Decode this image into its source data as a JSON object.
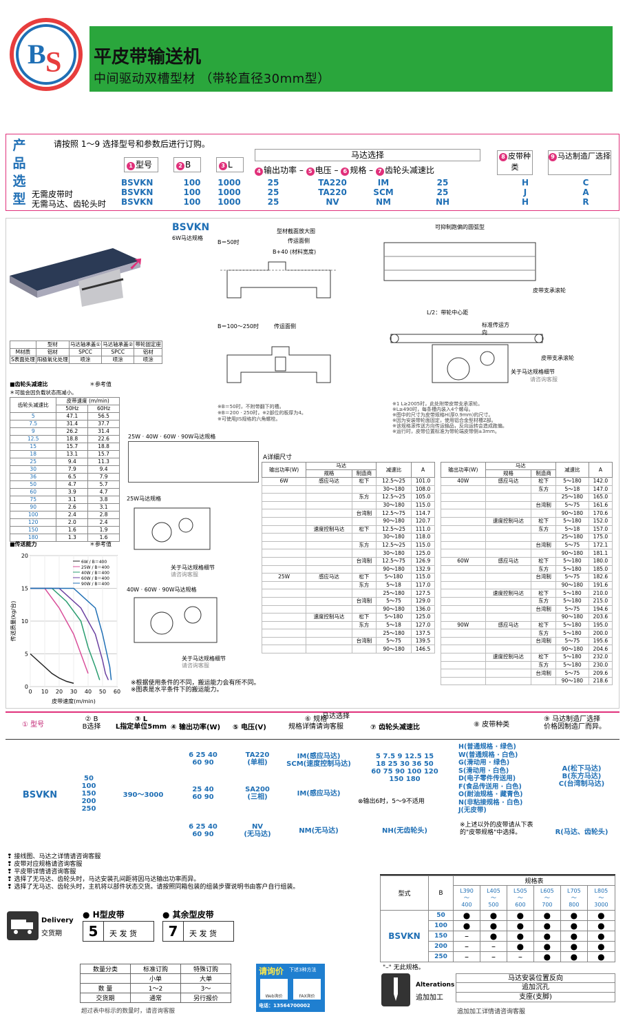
{
  "header": {
    "title": "平皮带输送机",
    "subtitle": "中间驱动双槽型材  （带轮直径30mm型）"
  },
  "order": {
    "side_label": "产品选型",
    "intro": "请按照 1～9 选择型号和参数后进行订购。",
    "motor_select": "马达选择",
    "h1": "型号",
    "h2": "B",
    "h3": "L",
    "h4": "输出功率",
    "h5": "电压",
    "h6": "规格",
    "h7": "齿轮头减速比",
    "h8": "皮带种类",
    "h9": "马达制造厂选择",
    "rows": [
      [
        "BSVKN",
        "100",
        "1000",
        "25",
        "TA220",
        "IM",
        "25",
        "H",
        "C"
      ],
      [
        "BSVKN",
        "100",
        "1000",
        "25",
        "TA220",
        "SCM",
        "25",
        "J",
        "A"
      ],
      [
        "BSVKN",
        "100",
        "1000",
        "25",
        "NV",
        "NM",
        "NH",
        "H",
        "R"
      ]
    ],
    "row_labels": [
      "无需皮带时",
      "无需马达、齿轮头时"
    ]
  },
  "drawing": {
    "model": "BSVKN",
    "spec6w": "6W马达规格",
    "b50": "B＝50时",
    "b100": "B＝100～250时",
    "section": "型材截面放大图",
    "conv_side": "传运面侧",
    "belt_width": "B+40 (材料宽度)",
    "arc": "可抑制跑偏的圆弧型",
    "support_roller": "皮带支承滚轮",
    "center": "L/2：带轮中心距",
    "dir": "标准传运方向",
    "motor_detail": "关于马达规格细节",
    "ask": "请咨询客服",
    "m25": "25W · 40W · 60W · 90W马达规格",
    "m25w": "25W马达规格",
    "m40": "40W · 60W · 90W马达规格"
  },
  "notes_mid": [
    "※B＝50时，不附带翻下的槽。",
    "※B＝200 · 250时，※2部位的板厚为4。",
    "※可使用JIS规格的六角螺栓。"
  ],
  "notes_right": [
    "※1 L≥2005时，此处附带皮带支承滚轮。",
    "※L≥490时，每条槽内装入4个螺母。",
    "※图中的尺寸为皮带规格H(厚0.9mm)的尺寸。",
    "※因为安装带轮面固定，使用铝合金型材槽Z部。",
    "※该规格滚传送方向传运输品，反向运转会造成跑偏。",
    "※运行时，皮带位置标准为带轮端皮带侧±3mm。"
  ],
  "material": {
    "headers": [
      "",
      "型材",
      "马达轴承盖①",
      "马达轴承盖②",
      "带轮固定座"
    ],
    "rows": [
      [
        "M材质",
        "铝材",
        "SPCC",
        "SPCC",
        "铝材"
      ],
      [
        "S表面处理",
        "阳极氧化处理",
        "喷涂",
        "喷涂",
        "喷涂"
      ]
    ]
  },
  "gear": {
    "title": "■齿轮头减速比",
    "ref": "＊参考值",
    "note": "＊可能会因负载状态而减小。",
    "headers": [
      "齿轮头减速比",
      "50Hz",
      "60Hz"
    ],
    "speed_hdr": "皮带速度 (m/min)",
    "rows": [
      [
        "5",
        "47.1",
        "56.5"
      ],
      [
        "7.5",
        "31.4",
        "37.7"
      ],
      [
        "9",
        "26.2",
        "31.4"
      ],
      [
        "12.5",
        "18.8",
        "22.6"
      ],
      [
        "15",
        "15.7",
        "18.8"
      ],
      [
        "18",
        "13.1",
        "15.7"
      ],
      [
        "25",
        "9.4",
        "11.3"
      ],
      [
        "30",
        "7.9",
        "9.4"
      ],
      [
        "36",
        "6.5",
        "7.9"
      ],
      [
        "50",
        "4.7",
        "5.7"
      ],
      [
        "60",
        "3.9",
        "4.7"
      ],
      [
        "75",
        "3.1",
        "3.8"
      ],
      [
        "90",
        "2.6",
        "3.1"
      ],
      [
        "100",
        "2.4",
        "2.8"
      ],
      [
        "120",
        "2.0",
        "2.4"
      ],
      [
        "150",
        "1.6",
        "1.9"
      ],
      [
        "180",
        "1.3",
        "1.6"
      ]
    ]
  },
  "chart_data": {
    "type": "line",
    "title": "■传送能力",
    "ref": "＊参考值",
    "xlabel": "皮带速度(m/min)",
    "ylabel": "传送质量(kg/台)",
    "xlim": [
      0,
      60
    ],
    "ylim": [
      0,
      20
    ],
    "xticks": [
      "0",
      "10",
      "20",
      "30",
      "40",
      "50",
      "60"
    ],
    "yticks": [
      "0",
      "5",
      "10",
      "15",
      "20"
    ],
    "series": [
      {
        "name": "6W / B＝400",
        "color": "#222222",
        "x": [
          0,
          5,
          10,
          15,
          20,
          25,
          30
        ],
        "y": [
          5,
          4,
          3,
          2,
          1.3,
          0.8,
          0.5
        ]
      },
      {
        "name": "25W / B＝400",
        "color": "#d94f9a",
        "x": [
          0,
          10,
          20,
          30,
          35,
          40
        ],
        "y": [
          15,
          15,
          12,
          8,
          5,
          2
        ]
      },
      {
        "name": "40W / B＝400",
        "color": "#2a9d70",
        "x": [
          0,
          15,
          25,
          35,
          40,
          45,
          48
        ],
        "y": [
          15,
          15,
          13,
          10,
          6,
          3,
          1
        ]
      },
      {
        "name": "60W / B＝400",
        "color": "#6a3fa0",
        "x": [
          0,
          20,
          35,
          45,
          50,
          52,
          54
        ],
        "y": [
          15,
          15,
          12,
          8,
          4,
          2,
          1
        ]
      },
      {
        "name": "90W / B＝400",
        "color": "#1f6fb5",
        "x": [
          0,
          30,
          45,
          50,
          55,
          56
        ],
        "y": [
          15,
          15,
          12,
          8,
          3,
          1
        ]
      }
    ],
    "notes": [
      "※根据使用条件的不同，搬运能力会有所不同。",
      "※图表是水平条件下的搬运能力。"
    ]
  },
  "adetail": {
    "title": "A详细尺寸",
    "h_out": "输出功率(W)",
    "h_motor": "马达",
    "h_spec": "规格",
    "h_maker": "制造商",
    "h_ratio": "减速比",
    "h_a": "A",
    "left": [
      [
        "6W",
        "感应马达",
        "松下",
        "12.5～25",
        "101.0"
      ],
      [
        "",
        "",
        "",
        "30～180",
        "108.0"
      ],
      [
        "",
        "",
        "东方",
        "12.5～25",
        "105.0"
      ],
      [
        "",
        "",
        "",
        "30～180",
        "115.0"
      ],
      [
        "",
        "",
        "台湾制",
        "12.5～75",
        "114.7"
      ],
      [
        "",
        "",
        "",
        "90～180",
        "120.7"
      ],
      [
        "",
        "速度控制马达",
        "松下",
        "12.5～25",
        "111.0"
      ],
      [
        "",
        "",
        "",
        "30～180",
        "118.0"
      ],
      [
        "",
        "",
        "东方",
        "12.5～25",
        "115.0"
      ],
      [
        "",
        "",
        "",
        "30～180",
        "125.0"
      ],
      [
        "",
        "",
        "台湾制",
        "12.5～75",
        "126.9"
      ],
      [
        "",
        "",
        "",
        "90～180",
        "132.9"
      ],
      [
        "25W",
        "感应马达",
        "松下",
        "5～180",
        "115.0"
      ],
      [
        "",
        "",
        "东方",
        "5～18",
        "117.0"
      ],
      [
        "",
        "",
        "",
        "25～180",
        "127.5"
      ],
      [
        "",
        "",
        "台湾制",
        "5～75",
        "129.0"
      ],
      [
        "",
        "",
        "",
        "90～180",
        "136.0"
      ],
      [
        "",
        "速度控制马达",
        "松下",
        "5～180",
        "125.0"
      ],
      [
        "",
        "",
        "东方",
        "5～18",
        "127.0"
      ],
      [
        "",
        "",
        "",
        "25～180",
        "137.5"
      ],
      [
        "",
        "",
        "台湾制",
        "5～75",
        "139.5"
      ],
      [
        "",
        "",
        "",
        "90～180",
        "146.5"
      ]
    ],
    "right": [
      [
        "40W",
        "感应马达",
        "松下",
        "5～180",
        "142.0"
      ],
      [
        "",
        "",
        "东方",
        "5～18",
        "147.0"
      ],
      [
        "",
        "",
        "",
        "25～180",
        "165.0"
      ],
      [
        "",
        "",
        "台湾制",
        "5～75",
        "161.6"
      ],
      [
        "",
        "",
        "",
        "90～180",
        "170.6"
      ],
      [
        "",
        "速度控制马达",
        "松下",
        "5～180",
        "152.0"
      ],
      [
        "",
        "",
        "东方",
        "5～18",
        "157.0"
      ],
      [
        "",
        "",
        "",
        "25～180",
        "175.0"
      ],
      [
        "",
        "",
        "台湾制",
        "5～75",
        "172.1"
      ],
      [
        "",
        "",
        "",
        "90～180",
        "181.1"
      ],
      [
        "60W",
        "感应马达",
        "松下",
        "5～180",
        "180.0"
      ],
      [
        "",
        "",
        "东方",
        "5～180",
        "185.0"
      ],
      [
        "",
        "",
        "台湾制",
        "5～75",
        "182.6"
      ],
      [
        "",
        "",
        "",
        "90～180",
        "191.6"
      ],
      [
        "",
        "速度控制马达",
        "松下",
        "5～180",
        "210.0"
      ],
      [
        "",
        "",
        "东方",
        "5～180",
        "215.0"
      ],
      [
        "",
        "",
        "台湾制",
        "5～75",
        "194.6"
      ],
      [
        "",
        "",
        "",
        "90～180",
        "203.6"
      ],
      [
        "90W",
        "感应马达",
        "松下",
        "5～180",
        "195.0"
      ],
      [
        "",
        "",
        "东方",
        "5～180",
        "200.0"
      ],
      [
        "",
        "",
        "台湾制",
        "5～75",
        "195.6"
      ],
      [
        "",
        "",
        "",
        "90～180",
        "204.6"
      ],
      [
        "",
        "速度控制马达",
        "松下",
        "5～180",
        "232.0"
      ],
      [
        "",
        "",
        "东方",
        "5～180",
        "230.0"
      ],
      [
        "",
        "",
        "台湾制",
        "5～75",
        "209.6"
      ],
      [
        "",
        "",
        "",
        "90～180",
        "218.6"
      ]
    ]
  },
  "selection": {
    "h1": "型号",
    "h2": "B选择",
    "h3": "L指定单位5mm",
    "motor": "马达选择",
    "h4": "输出功率(W)",
    "h5": "电压(V)",
    "h6": "规格",
    "h6b": "规格详情请询客服",
    "h7": "齿轮头减速比",
    "h8": "皮带种类",
    "h9": "马达制造厂选择",
    "h9b": "价格因制造厂而异。",
    "model": "BSVKN",
    "b": "50\n100\n150\n200\n250",
    "l": "390～3000",
    "r1": {
      "w": "6  25  40\n60  90",
      "v": "TA220\n(单相)",
      "s": "IM(感应马达)\nSCM(速度控制马达)"
    },
    "r2": {
      "w": "25  40\n60  90",
      "v": "SA200\n(三相)",
      "s": "IM(感应马达)"
    },
    "r3": {
      "w": "6  25  40\n60  90",
      "v": "NV\n(无马达)",
      "s": "NM(无马达)",
      "g": "NH(无齿轮头)"
    },
    "ratios": "5    7.5    9   12.5  15\n18   25   30   36   50\n60   75   90  100  120\n150  180",
    "ratio_note": "⊗输出6时，5～9不适用",
    "belts": "H(普通规格 · 绿色)\nW(普通规格 · 白色)\nG(滑动用 · 绿色)\nS(滑动用 · 白色)\nD(电子零件传送用)\nF(食品传送用 · 白色)\nO(耐油规格 · 藏青色)\nN(非粘接规格 · 白色)\nJ(无皮带)",
    "belt_note": "※上述以外的皮带请从下表的\"皮带规格\"中选择。",
    "makers": "A(松下马达)\nB(东方马达)\nC(台湾制马达)",
    "maker_r": "R(马达、齿轮头)"
  },
  "bottom_notes": [
    "接线图、马达之详情请咨询客服",
    "皮带对应规格请咨询客服",
    "平皮带详情请咨询客服",
    "选择了无马达、齿轮头时，马达安装孔间距将因马达输出功率而异。",
    "选择了无马达、齿轮头时，主机将以部件状态交货。请按照同箱包装的组装步骤说明书由客户自行组装。"
  ],
  "delivery": {
    "en": "Delivery",
    "cn": "交货期",
    "h": "H型皮带",
    "other": "其余型皮带",
    "h_days": "5",
    "o_days": "7",
    "unit": "天 发 货"
  },
  "qty": {
    "h": [
      "数量分类",
      "标准订购",
      "特殊订购"
    ],
    "sub": [
      "",
      "小单",
      "大单"
    ],
    "r1": [
      "数  量",
      "1～2",
      "3～"
    ],
    "r2": [
      "交货期",
      "通常",
      "另行报价"
    ],
    "note": "超过表中标示的数量时，请咨询客服"
  },
  "quote": {
    "t": "请询价",
    "s": "下述3种方法",
    "web": "Web询价",
    "fax": "FAX询价",
    "tel": "电话：13564700002"
  },
  "spec": {
    "title": "规格表",
    "model": "型式",
    "b": "B",
    "cols": [
      "L390～400",
      "L405～500",
      "L505～600",
      "L605～700",
      "L705～800",
      "L805～3000"
    ],
    "bs": [
      "50",
      "100",
      "150",
      "200",
      "250"
    ],
    "grid": [
      [
        "●",
        "●",
        "●",
        "●",
        "●",
        "●"
      ],
      [
        "●",
        "●",
        "●",
        "●",
        "●",
        "●"
      ],
      [
        "–",
        "●",
        "●",
        "●",
        "●",
        "●"
      ],
      [
        "–",
        "–",
        "●",
        "●",
        "●",
        "●"
      ],
      [
        "–",
        "–",
        "–",
        "●",
        "●",
        "●"
      ]
    ],
    "note": "\"–\" 无此规格。"
  },
  "alter": {
    "en": "Alterations",
    "cn": "追加加工",
    "items": [
      "马达安装位置反向",
      "追加沉孔",
      "支座(支脚)"
    ],
    "note": "追加加工详情请咨询客服"
  }
}
